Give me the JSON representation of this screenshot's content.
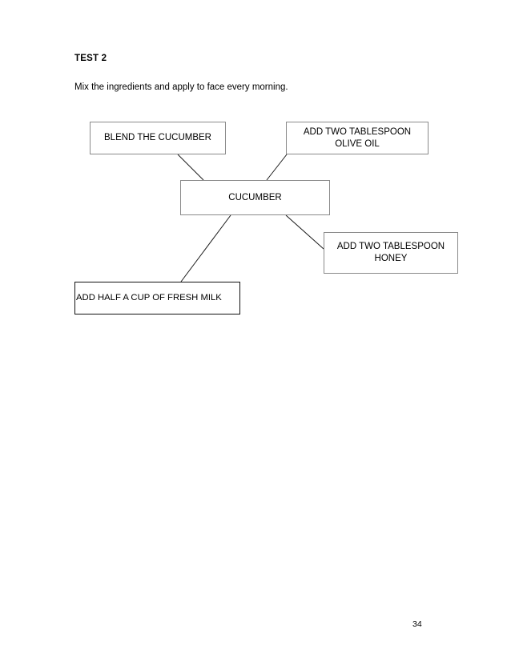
{
  "document": {
    "test_title": "TEST 2",
    "intro": "Mix the ingredients and apply to face every morning.",
    "page_number": "34"
  },
  "diagram": {
    "type": "mind-map",
    "center_node": "CUCUMBER",
    "nodes": [
      {
        "id": "blend",
        "label": "BLEND THE CUCUMBER"
      },
      {
        "id": "olive",
        "label": "ADD TWO TABLESPOON\nOLIVE OIL"
      },
      {
        "id": "center",
        "label": "CUCUMBER"
      },
      {
        "id": "honey",
        "label": "ADD TWO TABLESPOON\nHONEY"
      },
      {
        "id": "milk",
        "label": "ADD HALF A CUP OF FRESH MILK"
      }
    ],
    "connections": [
      {
        "from": "blend",
        "to": "center"
      },
      {
        "from": "olive",
        "to": "center"
      },
      {
        "from": "center",
        "to": "milk"
      },
      {
        "from": "center",
        "to": "honey"
      }
    ]
  }
}
